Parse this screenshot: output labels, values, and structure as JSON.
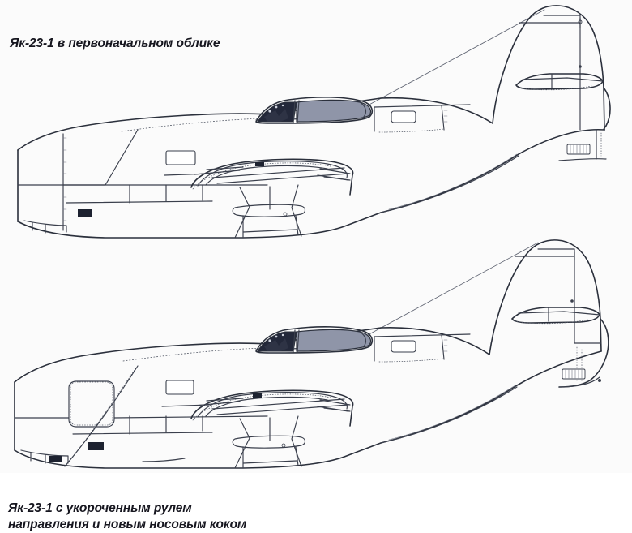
{
  "figure": {
    "type": "technical-line-drawing",
    "subject": "Yak-23-1 jet fighter side-view profiles",
    "background_color": "#fbfbfb",
    "line_color": "#3a3f4c",
    "canopy_glass_color": "#8f95a8",
    "canopy_frame_color": "#23283a",
    "caption_color": "#16161f"
  },
  "plates": [
    {
      "id": "top",
      "caption": "Як-23-1 в первоначальном облике",
      "view": "side-profile-left",
      "features": [
        "nose-air-intake-open",
        "original-tall-rudder",
        "bubble-canopy",
        "wing-root-fairing",
        "main-landing-gear-bay",
        "antenna-wire",
        "tail-vent-grille"
      ]
    },
    {
      "id": "bottom",
      "caption": "Як-23-1 с укороченным рулем направления и новым носовым коком",
      "view": "side-profile-left",
      "features": [
        "new-nose-cone-access-panel",
        "shortened-rudder",
        "bubble-canopy",
        "wing-root-fairing",
        "main-landing-gear-bay",
        "antenna-wire",
        "tail-vent-grille"
      ]
    }
  ]
}
